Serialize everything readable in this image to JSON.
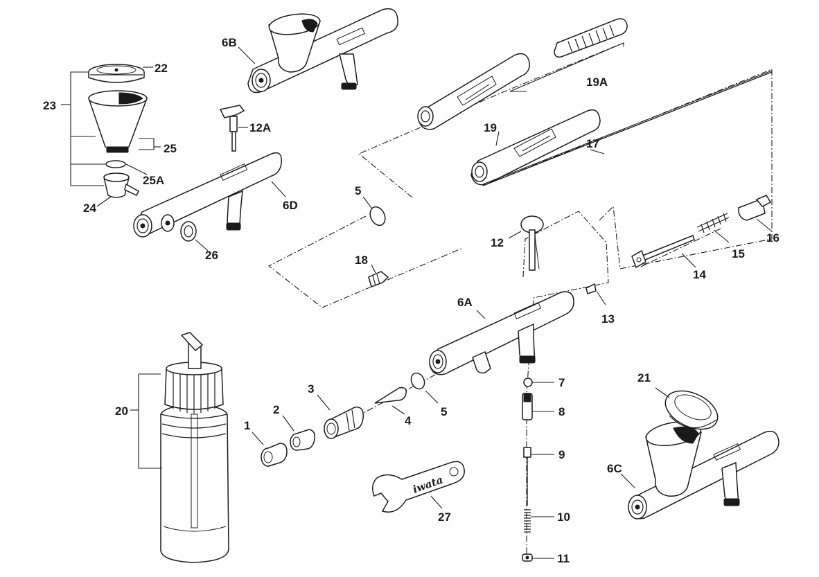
{
  "brand_text": "iwata",
  "labels": {
    "l1": "1",
    "l2": "2",
    "l3": "3",
    "l4": "4",
    "l5a": "5",
    "l5b": "5",
    "l6a": "6A",
    "l6b": "6B",
    "l6c": "6C",
    "l6d": "6D",
    "l7": "7",
    "l8": "8",
    "l9": "9",
    "l10": "10",
    "l11": "11",
    "l12": "12",
    "l12a": "12A",
    "l13": "13",
    "l14": "14",
    "l15": "15",
    "l16": "16",
    "l17": "17",
    "l18": "18",
    "l19": "19",
    "l19a": "19A",
    "l20": "20",
    "l21": "21",
    "l22": "22",
    "l23": "23",
    "l24": "24",
    "l25": "25",
    "l25a": "25A",
    "l26": "26",
    "l27": "27"
  }
}
